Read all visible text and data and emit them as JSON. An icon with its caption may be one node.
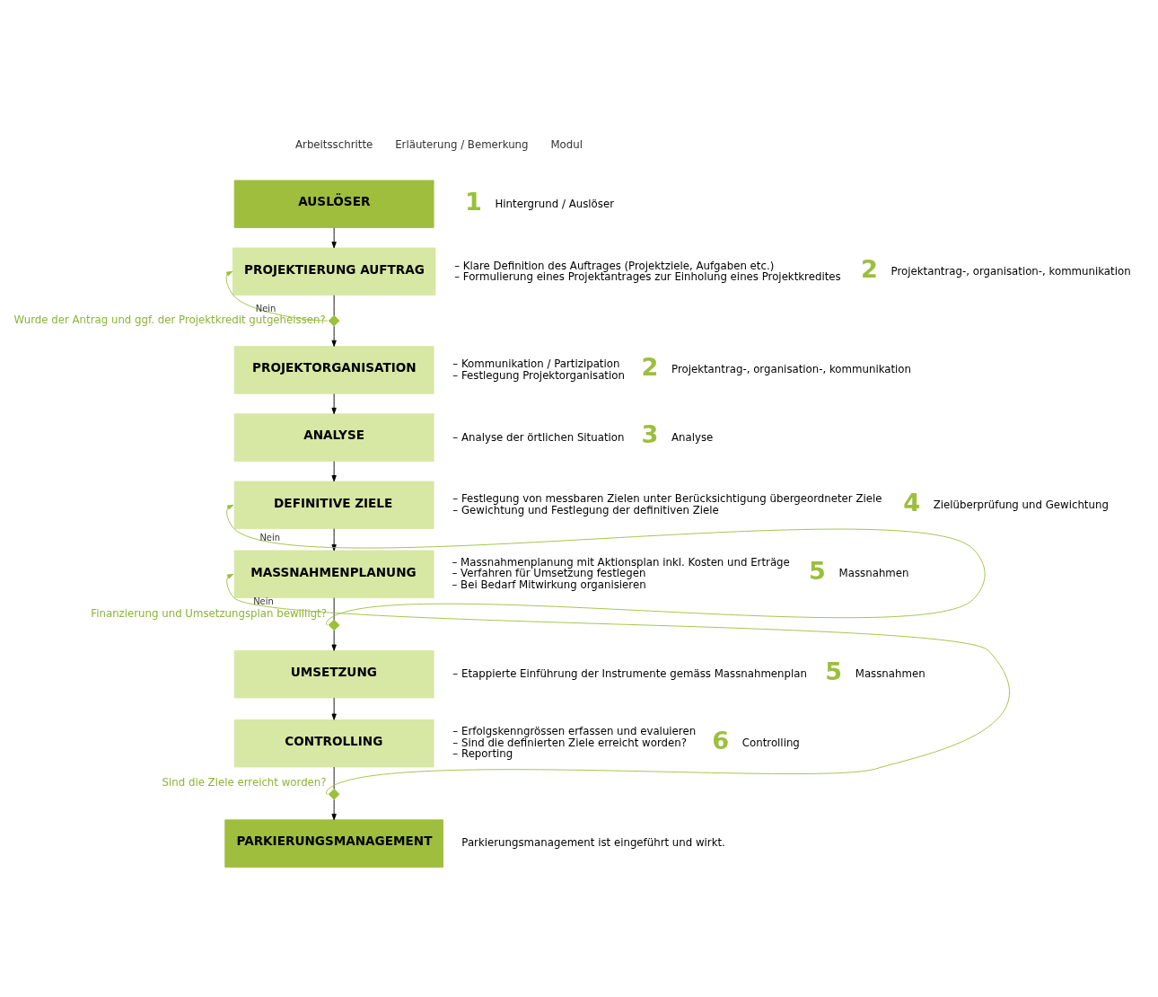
{
  "diagram": {
    "nodes": [
      {
        "text": [
          "AUSLÖSER"
        ],
        "beside": [
          "1",
          "Hintergrund / Auslöser"
        ]
      },
      {
        "text": [
          "PROJEKTIERUNG AUFTRAG"
        ],
        "beside": [
          "– Klare Definition des Auftrages (Projektziele, Aufgaben etc.)",
          "– Formulierung eines Projektantrages zur Einholung eines Projektkredites",
          "2",
          "Projektantrag-, organisation-, kommunikation"
        ]
      },
      {
        "text": [
          "Wurde der Antrag und ggf. der Projektkredit gutgeheissen?"
        ]
      },
      {
        "text": [
          "PROJEKTORGANISATION"
        ],
        "beside": [
          "– Kommunikation / Partizipation",
          "– Festlegung Projektorganisation",
          "2",
          "Projektantrag-, organisation-, kommunikation"
        ]
      },
      {
        "text": [
          "ANALYSE"
        ],
        "beside": [
          "– Analyse der örtlichen Situation",
          "3",
          "Analyse"
        ]
      },
      {
        "text": [
          "DEFINITIVE ZIELE"
        ],
        "beside": [
          "– Festlegung von messbaren Zielen unter Berücksichtigung übergeordneter Ziele",
          "– Gewichtung und Festlegung der definitiven Ziele",
          "4",
          "Zielüberprüfung und Gewichtung"
        ]
      },
      {
        "text": [
          "MASSNAHMENPLANUNG"
        ],
        "beside": [
          "– Massnahmenplanung mit Aktionsplan inkl. Kosten und Erträge",
          "– Verfahren für Umsetzung festlegen",
          "– Bei Bedarf Mitwirkung organisieren",
          "5",
          "Massnahmen"
        ]
      },
      {
        "text": [
          "Finanzierung und Umsetzungsplan bewilligt?"
        ]
      },
      {
        "text": [
          "UMSETZUNG"
        ],
        "beside": [
          "– Etappierte Einführung der Instrumente gemäss Massnahmenplan",
          "5",
          "Massnahmen"
        ]
      },
      {
        "text": [
          "CONTROLLING"
        ],
        "beside": [
          "– Erfolgskenngrössen erfassen und evaluieren",
          "– Sind die definierten Ziele erreicht worden?",
          "– Reporting",
          "6",
          "Controlling"
        ]
      },
      {
        "text": [
          "Sind die Ziele erreicht worden?"
        ]
      },
      {
        "text": [
          "PARKIERUNGSMANAGEMENT"
        ],
        "beside": [
          "Parkierungsmanagement ist eingeführt und wirkt."
        ]
      }
    ],
    "edges": [
      {
        "from": 0,
        "to": 1,
        "arrow": "to"
      },
      {
        "from": 1,
        "to": 2,
        "arrow": "none"
      },
      {
        "from": 2,
        "to": 3,
        "arrow": "to"
      },
      {
        "from": 2,
        "to": 1,
        "arrow": "to",
        "label": "Nein",
        "color": "#9cbf3c"
      },
      {
        "from": 3,
        "to": 4,
        "arrow": "to"
      },
      {
        "from": 4,
        "to": 5,
        "arrow": "to"
      },
      {
        "from": 5,
        "to": 6,
        "arrow": "to"
      },
      {
        "from": 6,
        "to": 7,
        "arrow": "none"
      },
      {
        "from": 7,
        "to": 8,
        "arrow": "to"
      },
      {
        "from": 7,
        "to": 5,
        "arrow": "to",
        "label": "Nein",
        "color": "#9cbf3c"
      },
      {
        "from": 8,
        "to": 9,
        "arrow": "to"
      },
      {
        "from": 9,
        "to": 10,
        "arrow": "none"
      },
      {
        "from": 10,
        "to": 11,
        "arrow": "to"
      },
      {
        "from": 10,
        "to": 6,
        "arrow": "to",
        "label": "Nein",
        "color": "#9cbf3c"
      }
    ],
    "labels": [
      "Arbeitsschritte",
      "Erläuterung / Bemerkung",
      "Modul"
    ]
  }
}
